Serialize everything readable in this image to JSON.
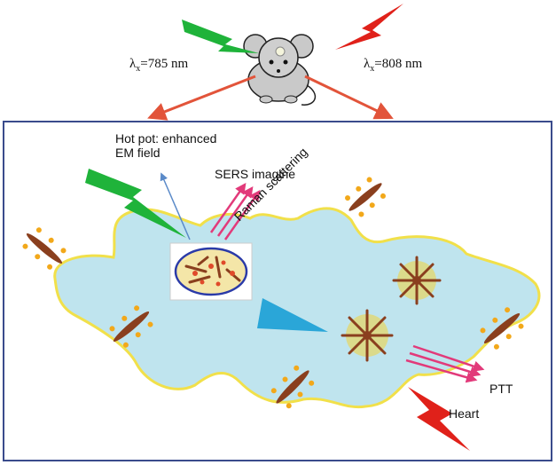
{
  "labels": {
    "wavelength_left_symbol": "λ",
    "wavelength_left_sub": "x",
    "wavelength_left_value": "=785 nm",
    "wavelength_right_symbol": "λ",
    "wavelength_right_sub": "x",
    "wavelength_right_value": "=808 nm",
    "hot_spot_line1": "Hot pot: enhanced",
    "hot_spot_line2": "EM field",
    "sers": "SERS imagine",
    "raman": "Raman scattering",
    "ptt": "PTT",
    "heart": "Heart"
  },
  "colors": {
    "frame": "#3a4b8c",
    "cell_fill": "#bfe4ee",
    "cell_outline": "#f1e04a",
    "laser_green": "#1fb33a",
    "laser_red": "#e0211a",
    "arrow_orange": "#e2543a",
    "arrow_magenta": "#e23a7a",
    "prism_blue": "#2aa6d8",
    "nanostar_brown": "#8a3f1e",
    "nanostar_yellow": "#f2d23a"
  },
  "icons": [
    "mouse-icon",
    "lightning-green-icon",
    "lightning-red-icon",
    "nanostar-icon",
    "nanorod-icon",
    "prism-icon"
  ]
}
